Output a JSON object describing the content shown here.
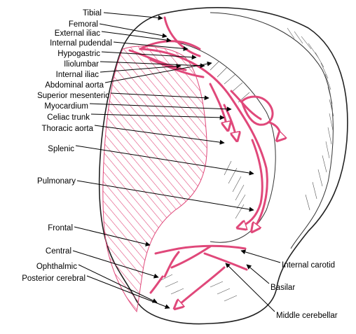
{
  "labels_left": [
    "Tibial",
    "Femoral",
    "External iliac",
    "Internal pudendal",
    "Hypogastric",
    "Iliolumbar",
    "Internal iliac",
    "Abdominal aorta",
    "Superior mesenteric",
    "Myocardium",
    "Celiac trunk",
    "Thoracic aorta",
    "Splenic",
    "Pulmonary",
    "Frontal",
    "Central",
    "Ophthalmic",
    "Posterior cerebral"
  ],
  "labels_right": [
    "Internal carotid",
    "Basilar",
    "Middle cerebellar"
  ],
  "colors": {
    "arteries": "#e0487a",
    "hatching": "#e0487a",
    "outline": "#222222",
    "leader": "#000000"
  }
}
